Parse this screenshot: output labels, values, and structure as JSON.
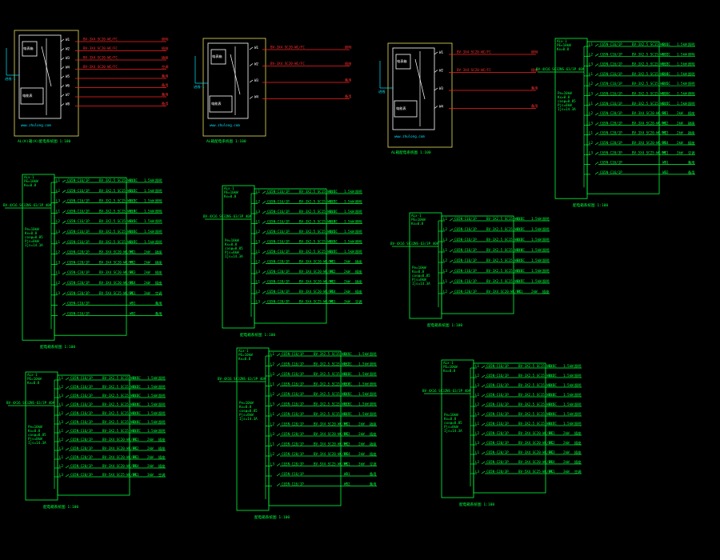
{
  "theme": {
    "background": "#000000",
    "line_green": "#00ff3c",
    "frame_yellow": "#e8e05a",
    "wire_red": "#ff2020",
    "accent_cyan": "#00e5ff",
    "text_white": "#ffffff"
  },
  "diagrams": {
    "top_boxes": [
      {
        "title": "AL(K)箱(K)配电系统图 1:100",
        "box_label": "电表箱",
        "meter_label": "电能表",
        "input_label": "进线-1",
        "url_text": "www.zhulong.com",
        "rows": [
          {
            "tag": "W1",
            "desc": "BV-3X4 SC20-WC/FC",
            "end": "照明"
          },
          {
            "tag": "W2",
            "desc": "BV-3X4 SC20-WC/FC",
            "end": "插座"
          },
          {
            "tag": "W3",
            "desc": "BV-3X4 SC20-WC/FC",
            "end": "插座"
          },
          {
            "tag": "W4",
            "desc": "BV-3X4 SC20-WC/FC",
            "end": "空调"
          },
          {
            "tag": "W5",
            "desc": "",
            "end": "备用"
          },
          {
            "tag": "W6",
            "desc": "",
            "end": "备用"
          },
          {
            "tag": "W7",
            "desc": "",
            "end": "备用"
          },
          {
            "tag": "W8",
            "desc": "",
            "end": "备用"
          }
        ]
      },
      {
        "title": "AL箱配电系统图 1:100",
        "box_label": "电表箱",
        "meter_label": "电能表",
        "input_label": "进线-1",
        "url_text": "www.zhulong.com",
        "rows": [
          {
            "tag": "W1",
            "desc": "BV-3X4 SC20-WC/FC",
            "end": "照明"
          },
          {
            "tag": "W2",
            "desc": "BV-3X4 SC20-WC/FC",
            "end": "插座"
          },
          {
            "tag": "W3",
            "desc": "",
            "end": "备用"
          },
          {
            "tag": "W4",
            "desc": "",
            "end": "备用"
          }
        ]
      },
      {
        "title": "AL箱配电系统图 1:100",
        "box_label": "电表箱",
        "meter_label": "电能表",
        "input_label": "进线",
        "url_text": "www.zhulong.com",
        "rows": [
          {
            "tag": "W1",
            "desc": "BV-3X4 SC20-WC/FC",
            "end": "照明"
          },
          {
            "tag": "W2",
            "desc": "BV-3X4 SC20-WC/FC",
            "end": "插座"
          },
          {
            "tag": "W3",
            "desc": "",
            "end": "备用"
          },
          {
            "tag": "W4",
            "desc": "",
            "end": "备用"
          }
        ]
      }
    ],
    "panels": [
      {
        "title": "配电箱系统图 1:100",
        "header": [
          "ALx-1",
          "PE=10kW",
          "Kx=0.8"
        ],
        "incoming": "BV-4X16 SC32",
        "main_breaker": "NS-63/3P 40A",
        "side_notes": [
          "Pe=10kW",
          "Kx=0.8",
          "cosφ=0.85",
          "Pjs=8kW",
          "Ijs=14.3A"
        ],
        "rows": [
          {
            "phase": "L1",
            "breaker": "C65N-C16/1P",
            "cable": "BV-3X2.5 SC15-WC/CC",
            "circuit": "WL1",
            "load": "1.5kW",
            "use": "照明"
          },
          {
            "phase": "L2",
            "breaker": "C65N-C16/1P",
            "cable": "BV-3X2.5 SC15-WC/CC",
            "circuit": "WL2",
            "load": "1.5kW",
            "use": "照明"
          },
          {
            "phase": "L3",
            "breaker": "C65N-C16/1P",
            "cable": "BV-3X2.5 SC15-WC/CC",
            "circuit": "WL3",
            "load": "1.5kW",
            "use": "照明"
          },
          {
            "phase": "L1",
            "breaker": "C65N-C16/1P",
            "cable": "BV-3X2.5 SC15-WC/CC",
            "circuit": "WL4",
            "load": "1.5kW",
            "use": "照明"
          },
          {
            "phase": "L2",
            "breaker": "C65N-C16/1P",
            "cable": "BV-3X2.5 SC15-WC/CC",
            "circuit": "WL5",
            "load": "1.5kW",
            "use": "照明"
          },
          {
            "phase": "L3",
            "breaker": "C65N-C16/1P",
            "cable": "BV-3X2.5 SC15-WC/CC",
            "circuit": "WL6",
            "load": "1.5kW",
            "use": "照明"
          },
          {
            "phase": "L1",
            "breaker": "C65N-C16/1P",
            "cable": "BV-3X2.5 SC15-WC/CC",
            "circuit": "WL7",
            "load": "1.5kW",
            "use": "照明"
          },
          {
            "phase": "L2",
            "breaker": "C65N-C20/1P",
            "cable": "BV-3X4 SC20-WC/FC",
            "circuit": "WX1",
            "load": "2kW",
            "use": "插座"
          },
          {
            "phase": "L3",
            "breaker": "C65N-C20/1P",
            "cable": "BV-3X4 SC20-WC/FC",
            "circuit": "WX2",
            "load": "2kW",
            "use": "插座"
          },
          {
            "phase": "L1",
            "breaker": "C65N-C20/1P",
            "cable": "BV-3X4 SC20-WC/FC",
            "circuit": "WX3",
            "load": "2kW",
            "use": "插座"
          },
          {
            "phase": "L2",
            "breaker": "C65N-C20/1P",
            "cable": "BV-3X4 SC20-WC/FC",
            "circuit": "WX4",
            "load": "2kW",
            "use": "插座"
          },
          {
            "phase": "L3",
            "breaker": "C65N-C20/3P",
            "cable": "BV-5X4 SC25-WC/FC",
            "circuit": "WK1",
            "load": "3kW",
            "use": "空调"
          },
          {
            "phase": "",
            "breaker": "C65N-C16/1P",
            "cable": "",
            "circuit": "WB1",
            "load": "",
            "use": "备用"
          },
          {
            "phase": "",
            "breaker": "C65N-C16/1P",
            "cable": "",
            "circuit": "WB2",
            "load": "",
            "use": "备用"
          }
        ]
      }
    ]
  }
}
